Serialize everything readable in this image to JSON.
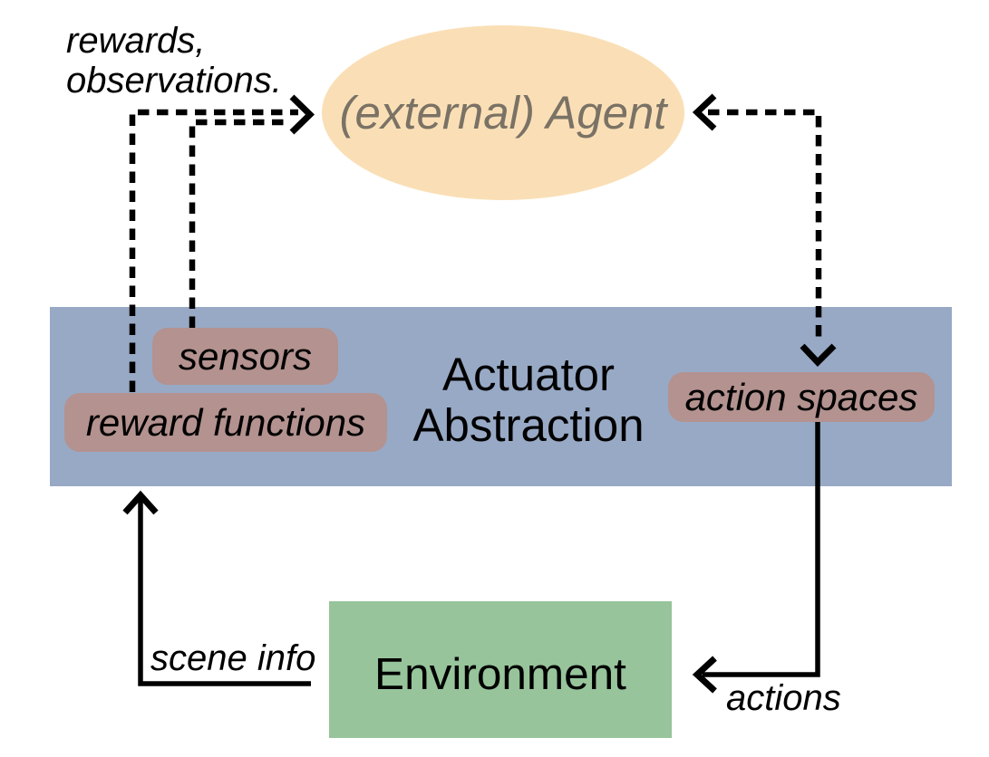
{
  "diagram": {
    "agent": {
      "label": "(external) Agent"
    },
    "actuator": {
      "lines": [
        "Actuator",
        "Abstraction"
      ]
    },
    "pills": {
      "sensors": "sensors",
      "reward_functions": "reward functions",
      "action_spaces": "action spaces"
    },
    "environment": {
      "label": "Environment"
    },
    "edge_labels": {
      "rewards_observations_line1": "rewards,",
      "rewards_observations_line2": "observations.",
      "scene_info": "scene info",
      "actions": "actions"
    }
  },
  "colors": {
    "agent-fill": "#FADFB6",
    "agent-text": "#7A7265",
    "band-fill": "#98A9C5",
    "pill-fill": "#B3928F",
    "env-fill": "#97C49B",
    "wire": "#000000"
  }
}
